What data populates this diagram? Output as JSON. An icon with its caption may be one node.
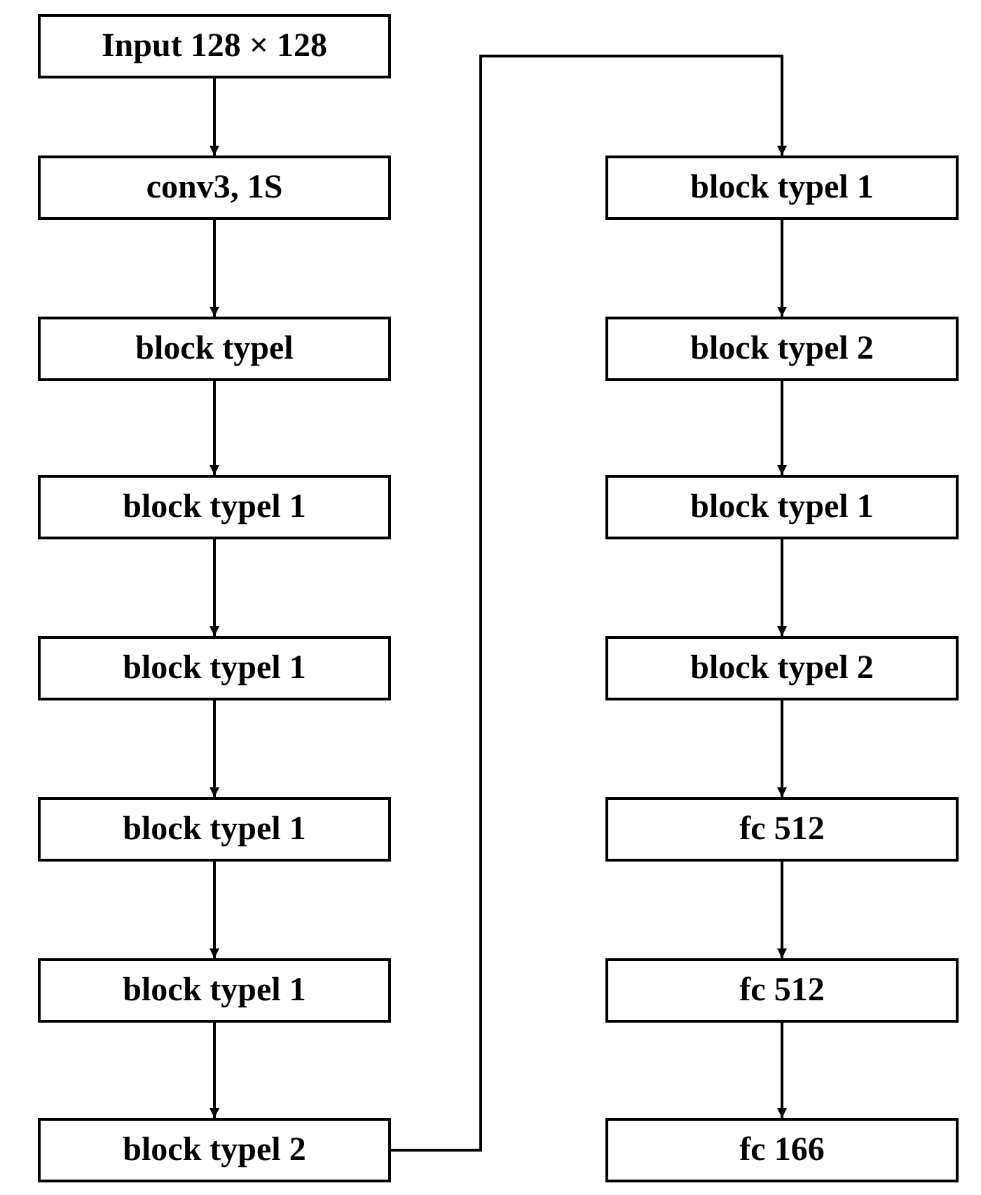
{
  "diagram": {
    "nodes": [
      {
        "text": [
          "Input 128 × 128"
        ]
      },
      {
        "text": [
          "conv3, 1S"
        ]
      },
      {
        "text": [
          "block typel"
        ]
      },
      {
        "text": [
          "block typel 1"
        ]
      },
      {
        "text": [
          "block typel 1"
        ]
      },
      {
        "text": [
          "block typel 1"
        ]
      },
      {
        "text": [
          "block typel 1"
        ]
      },
      {
        "text": [
          "block typel 2"
        ]
      },
      {
        "text": [
          "block typel 1"
        ]
      },
      {
        "text": [
          "block typel 2"
        ]
      },
      {
        "text": [
          "block typel 1"
        ]
      },
      {
        "text": [
          "block typel 2"
        ]
      },
      {
        "text": [
          "fc 512"
        ]
      },
      {
        "text": [
          "fc 512"
        ]
      },
      {
        "text": [
          "fc 166"
        ]
      }
    ],
    "edges": [
      {
        "from": 0,
        "to": 1,
        "arrow": "to"
      },
      {
        "from": 1,
        "to": 2,
        "arrow": "to"
      },
      {
        "from": 2,
        "to": 3,
        "arrow": "to"
      },
      {
        "from": 3,
        "to": 4,
        "arrow": "to"
      },
      {
        "from": 4,
        "to": 5,
        "arrow": "to"
      },
      {
        "from": 5,
        "to": 6,
        "arrow": "to"
      },
      {
        "from": 6,
        "to": 7,
        "arrow": "to"
      },
      {
        "from": 7,
        "to": 8,
        "arrow": "to"
      },
      {
        "from": 8,
        "to": 9,
        "arrow": "to"
      },
      {
        "from": 9,
        "to": 10,
        "arrow": "to"
      },
      {
        "from": 10,
        "to": 11,
        "arrow": "to"
      },
      {
        "from": 11,
        "to": 12,
        "arrow": "to"
      },
      {
        "from": 12,
        "to": 13,
        "arrow": "to"
      },
      {
        "from": 13,
        "to": 14,
        "arrow": "to"
      }
    ]
  }
}
